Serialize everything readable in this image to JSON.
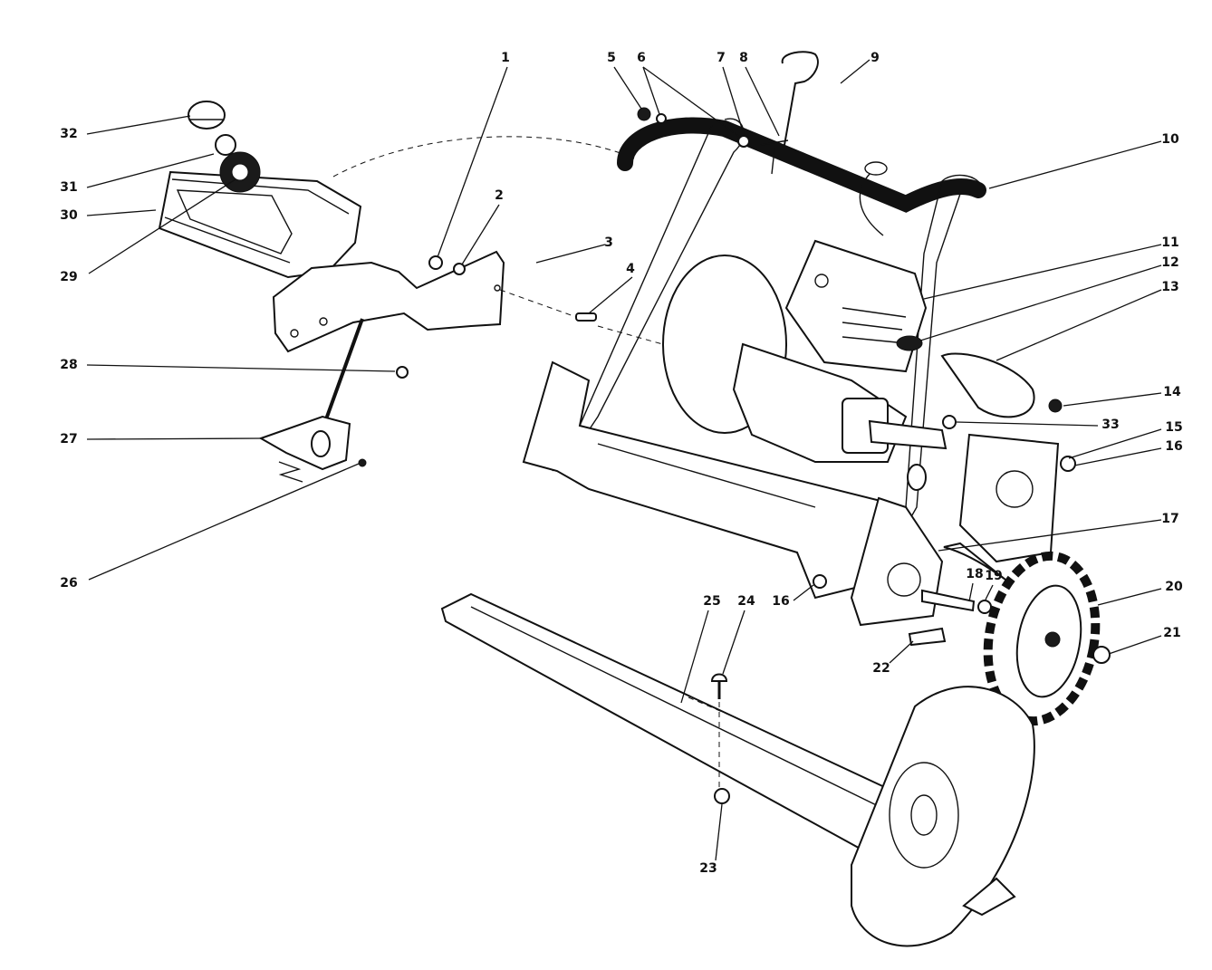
{
  "diagram": {
    "callouts": [
      {
        "id": "1",
        "text": "1"
      },
      {
        "id": "2",
        "text": "2"
      },
      {
        "id": "3",
        "text": "3"
      },
      {
        "id": "4",
        "text": "4"
      },
      {
        "id": "5",
        "text": "5"
      },
      {
        "id": "6",
        "text": "6"
      },
      {
        "id": "7",
        "text": "7"
      },
      {
        "id": "8",
        "text": "8"
      },
      {
        "id": "9",
        "text": "9"
      },
      {
        "id": "10",
        "text": "10"
      },
      {
        "id": "11",
        "text": "11"
      },
      {
        "id": "12",
        "text": "12"
      },
      {
        "id": "13",
        "text": "13"
      },
      {
        "id": "14",
        "text": "14"
      },
      {
        "id": "15",
        "text": "15"
      },
      {
        "id": "16a",
        "text": "16"
      },
      {
        "id": "16b",
        "text": "16"
      },
      {
        "id": "17",
        "text": "17"
      },
      {
        "id": "18",
        "text": "18"
      },
      {
        "id": "19",
        "text": "19"
      },
      {
        "id": "20",
        "text": "20"
      },
      {
        "id": "21",
        "text": "21"
      },
      {
        "id": "22",
        "text": "22"
      },
      {
        "id": "23",
        "text": "23"
      },
      {
        "id": "24",
        "text": "24"
      },
      {
        "id": "25",
        "text": "25"
      },
      {
        "id": "26",
        "text": "26"
      },
      {
        "id": "27",
        "text": "27"
      },
      {
        "id": "28",
        "text": "28"
      },
      {
        "id": "29",
        "text": "29"
      },
      {
        "id": "30",
        "text": "30"
      },
      {
        "id": "31",
        "text": "31"
      },
      {
        "id": "32",
        "text": "32"
      },
      {
        "id": "33",
        "text": "33"
      }
    ]
  }
}
